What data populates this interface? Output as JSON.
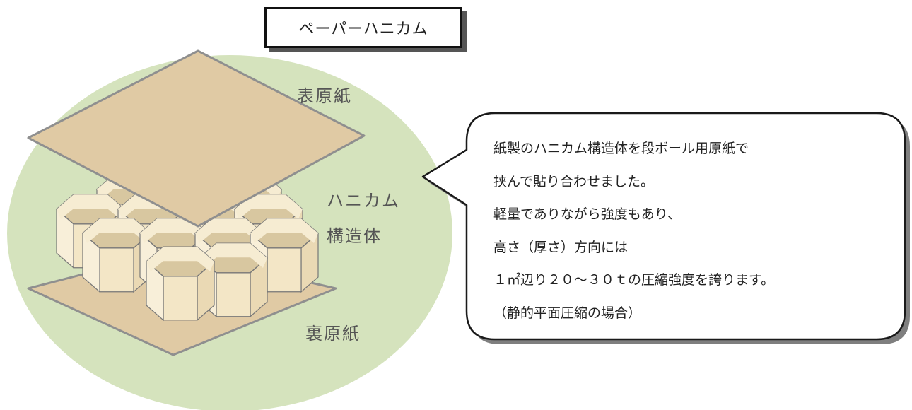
{
  "title": "ペーパーハニカム",
  "labels": {
    "top_sheet": "表原紙",
    "core_line1": "ハニカム",
    "core_line2": "構造体",
    "bottom_sheet": "裏原紙"
  },
  "bubble_lines": [
    "紙製のハニカム構造体を段ボール用原紙で",
    "挟んで貼り合わせました。",
    "軽量でありながら強度もあり、",
    "高さ（厚さ）方向には",
    "１㎡辺り２０～３０ｔの圧縮強度を誇ります。",
    "（静的平面圧縮の場合）"
  ],
  "colors": {
    "background_circle": "#d5e3bd",
    "paper_sheet": "#e0caa4",
    "sheet_edge": "#8f8f8f",
    "honeycomb_wall": "#f6ecd2",
    "honeycomb_edge": "#777777",
    "bubble_border": "#1a1a1a",
    "bubble_shadow": "#7f7f7f"
  }
}
